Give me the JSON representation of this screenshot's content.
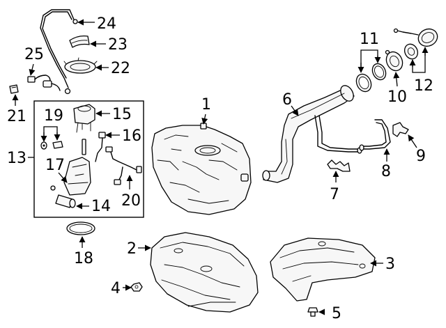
{
  "callouts": {
    "c1": "1",
    "c2": "2",
    "c3": "3",
    "c4": "4",
    "c5": "5",
    "c6": "6",
    "c7": "7",
    "c8": "8",
    "c9": "9",
    "c10": "10",
    "c11": "11",
    "c12": "12",
    "c13": "13",
    "c14": "14",
    "c15": "15",
    "c16": "16",
    "c17": "17",
    "c18": "18",
    "c19": "19",
    "c20": "20",
    "c21": "21",
    "c22": "22",
    "c23": "23",
    "c24": "24",
    "c25": "25"
  },
  "parts": {
    "p1": "fuel-tank",
    "p2": "tank-heat-shield",
    "p3": "rear-heat-shield",
    "p4": "nut",
    "p5": "bolt",
    "p6": "filler-neck",
    "p7": "bracket",
    "p8": "vapor-hose",
    "p9": "hose-clip",
    "p10": "lock-ring",
    "p11": "seals",
    "p12": "fuel-cap",
    "p13": "fuel-pump-module",
    "p14": "pump-motor",
    "p15": "pressure-regulator",
    "p16": "sender-connector",
    "p17": "pump-bracket",
    "p18": "gasket",
    "p19": "grommet-and-clip",
    "p20": "pump-harness",
    "p21": "connector",
    "p22": "retainer-ring",
    "p23": "gasket-seal",
    "p24": "vent-line",
    "p25": "wire-harness"
  }
}
